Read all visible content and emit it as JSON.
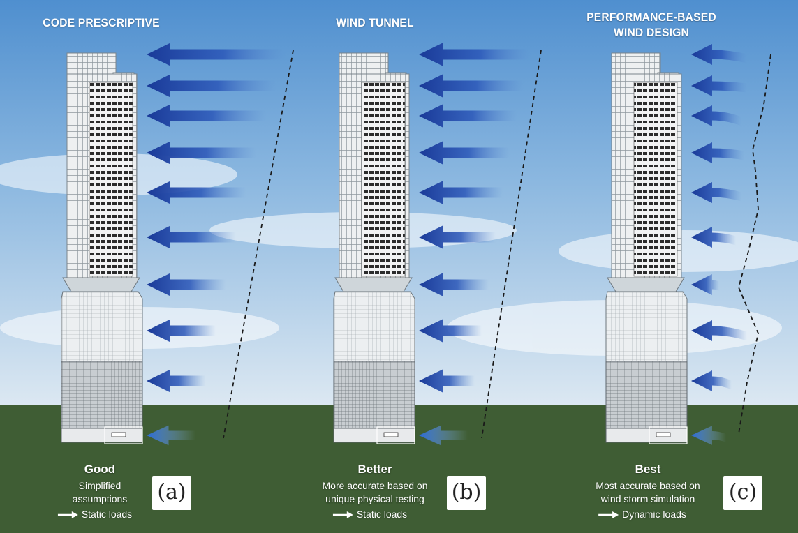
{
  "panels": [
    {
      "title_line1": "CODE PRESCRIPTIVE",
      "title_line2": "",
      "rating": "Good",
      "desc_line1": "Simplified",
      "desc_line2": "assumptions",
      "load": "Static loads",
      "tag": "(a)",
      "profile": "linear"
    },
    {
      "title_line1": "WIND TUNNEL",
      "title_line2": "",
      "rating": "Better",
      "desc_line1": "More accurate based on",
      "desc_line2": "unique physical testing",
      "load": "Static loads",
      "tag": "(b)",
      "profile": "linear"
    },
    {
      "title_line1": "PERFORMANCE-BASED",
      "title_line2": "WIND DESIGN",
      "rating": "Best",
      "desc_line1": "Most accurate based on",
      "desc_line2": "wind storm simulation",
      "load": "Dynamic loads",
      "tag": "(c)",
      "profile": "dynamic"
    }
  ],
  "colors": {
    "sky_top": "#5f9fd6",
    "sky_bottom": "#dfeaf3",
    "ground": "#3f5d34",
    "arrow": "#1f3f9c",
    "building_light": "#eef0f2",
    "building_window": "#2a2a2a"
  }
}
